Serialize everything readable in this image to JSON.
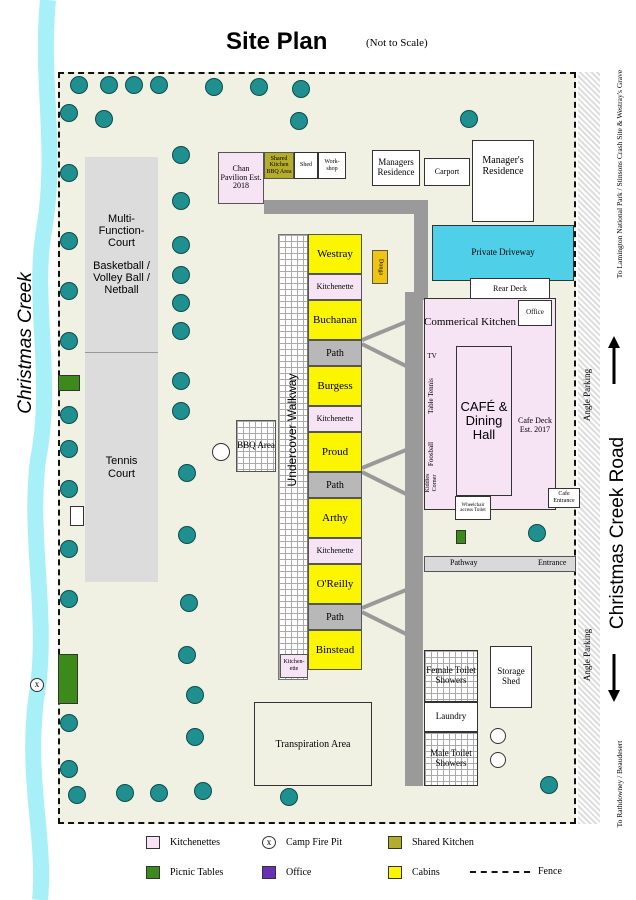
{
  "title": "Site Plan",
  "subtitle": "(Not to Scale)",
  "labels": {
    "christmas_creek": "Christmas Creek",
    "christmas_creek_road": "Christmas Creek Road",
    "to_lamington": "To Lamington National Park / Stinsons Crash Site & Westray's Grave",
    "to_rathdowney": "To Rathdowney / Beaudesert",
    "angle_parking_top": "Angle Parking",
    "angle_parking_bottom": "Angle Parking",
    "multi_court": "Multi-Function-Court",
    "basketball": "Basketball / Volley Ball / Netball",
    "tennis": "Tennis Court",
    "chan_pavilion": "Chan Pavilion Est. 2018",
    "shared_kitchen_bbq": "Shared Kitchen BBQ Area",
    "shed": "Shed",
    "workshop": "Work-shop",
    "managers_residence_small": "Managers Residence",
    "carport": "Carport",
    "managers_residence": "Manager's Residence",
    "private_driveway": "Private Driveway",
    "rear_deck": "Rear Deck",
    "office": "Office",
    "commercial_kitchen": "Commerical Kitchen",
    "tv": "TV",
    "table_tennis": "Table Tennis",
    "foosball": "Foosball",
    "kiddies_corner": "Kiddies Corner",
    "cafe_dining": "CAFÉ & Dining Hall",
    "cafe_deck": "Cafe Deck Est. 2017",
    "cafe_entrance": "Cafe Entrance",
    "wheelchair": "Wheelchair access Toilet",
    "pathway": "Pathway",
    "entrance": "Entrance",
    "dongas": "Donga",
    "bbq_area": "BBQ Area",
    "undercover_walkway": "Undercover Walkway",
    "female_toilet": "Female Toilet Showers",
    "laundry": "Laundry",
    "male_toilet": "Male Toilet Showers",
    "storage_shed": "Storage Shed",
    "transpiration": "Transpiration Area",
    "kitchenette_small": "Kitchen-ette"
  },
  "cabins": [
    "Westray",
    "Kitchenette",
    "Buchanan",
    "Path",
    "Burgess",
    "Kitchenette",
    "Proud",
    "Path",
    "Arthy",
    "Kitchenette",
    "O'Reilly",
    "Path",
    "Binstead"
  ],
  "legend": {
    "kitchenettes": "Kitchenettes",
    "camp_fire_pit": "Camp Fire Pit",
    "shared_kitchen": "Shared Kitchen",
    "picnic_tables": "Picnic Tables",
    "office": "Office",
    "cabins": "Cabins",
    "fence": "Fence"
  },
  "colors": {
    "ground": "#f0f1e2",
    "creek": "#a8f0f8",
    "kitchenette": "#f6e3f4",
    "cabin": "#fbf500",
    "shared_kitchen": "#b5ad2a",
    "picnic": "#3b8a1a",
    "office": "#6a2fb8",
    "driveway": "#4fcfe8",
    "tree": "#1f8f8f"
  }
}
